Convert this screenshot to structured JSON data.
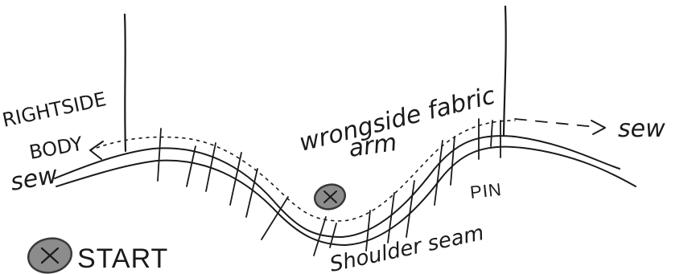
{
  "labels": {
    "right_side_line1": "RIGHTSIDE",
    "right_side_line2": "BODY",
    "sew_left": "sew",
    "wrong_side_line1": "wrongside fabric",
    "wrong_side_line2": "arm",
    "sew_right": "sew",
    "pin": "PIN",
    "shoulder_seam": "Shoulder seam",
    "start": "START"
  },
  "colors": {
    "ink": "#1a1a1a",
    "marker_fill": "#8c8c8c",
    "marker_stroke": "#3a3a3a"
  },
  "icons": {
    "start_marker": "circled-x-icon",
    "arrow_left": "arrow-left-icon",
    "arrow_right": "arrow-right-icon"
  }
}
